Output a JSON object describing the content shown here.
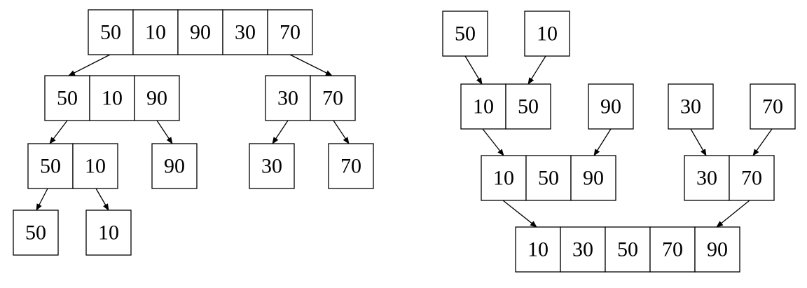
{
  "colors": {
    "stroke": "#000000",
    "background": "#ffffff",
    "text": "#000000"
  },
  "split_tree": {
    "nodes": [
      {
        "id": "s-root",
        "values": [
          "50",
          "10",
          "90",
          "30",
          "70"
        ]
      },
      {
        "id": "s-left",
        "values": [
          "50",
          "10",
          "90"
        ]
      },
      {
        "id": "s-right",
        "values": [
          "30",
          "70"
        ]
      },
      {
        "id": "s-left-left",
        "values": [
          "50",
          "10"
        ]
      },
      {
        "id": "s-left-right",
        "values": [
          "90"
        ]
      },
      {
        "id": "s-right-left",
        "values": [
          "30"
        ]
      },
      {
        "id": "s-right-right",
        "values": [
          "70"
        ]
      },
      {
        "id": "s-ll-left",
        "values": [
          "50"
        ]
      },
      {
        "id": "s-ll-right",
        "values": [
          "10"
        ]
      }
    ],
    "edges": [
      {
        "from": "s-root",
        "to": "s-left"
      },
      {
        "from": "s-root",
        "to": "s-right"
      },
      {
        "from": "s-left",
        "to": "s-left-left"
      },
      {
        "from": "s-left",
        "to": "s-left-right"
      },
      {
        "from": "s-right",
        "to": "s-right-left"
      },
      {
        "from": "s-right",
        "to": "s-right-right"
      },
      {
        "from": "s-left-left",
        "to": "s-ll-left"
      },
      {
        "from": "s-left-left",
        "to": "s-ll-right"
      }
    ]
  },
  "merge_tree": {
    "nodes": [
      {
        "id": "m-50",
        "values": [
          "50"
        ]
      },
      {
        "id": "m-10",
        "values": [
          "10"
        ]
      },
      {
        "id": "m-10-50",
        "values": [
          "10",
          "50"
        ]
      },
      {
        "id": "m-90",
        "values": [
          "90"
        ]
      },
      {
        "id": "m-30",
        "values": [
          "30"
        ]
      },
      {
        "id": "m-70",
        "values": [
          "70"
        ]
      },
      {
        "id": "m-10-50-90",
        "values": [
          "10",
          "50",
          "90"
        ]
      },
      {
        "id": "m-30-70",
        "values": [
          "30",
          "70"
        ]
      },
      {
        "id": "m-final",
        "values": [
          "10",
          "30",
          "50",
          "70",
          "90"
        ]
      }
    ],
    "edges": [
      {
        "from": "m-50",
        "to": "m-10-50"
      },
      {
        "from": "m-10",
        "to": "m-10-50"
      },
      {
        "from": "m-10-50",
        "to": "m-10-50-90"
      },
      {
        "from": "m-90",
        "to": "m-10-50-90"
      },
      {
        "from": "m-30",
        "to": "m-30-70"
      },
      {
        "from": "m-70",
        "to": "m-30-70"
      },
      {
        "from": "m-10-50-90",
        "to": "m-final"
      },
      {
        "from": "m-30-70",
        "to": "m-final"
      }
    ]
  }
}
